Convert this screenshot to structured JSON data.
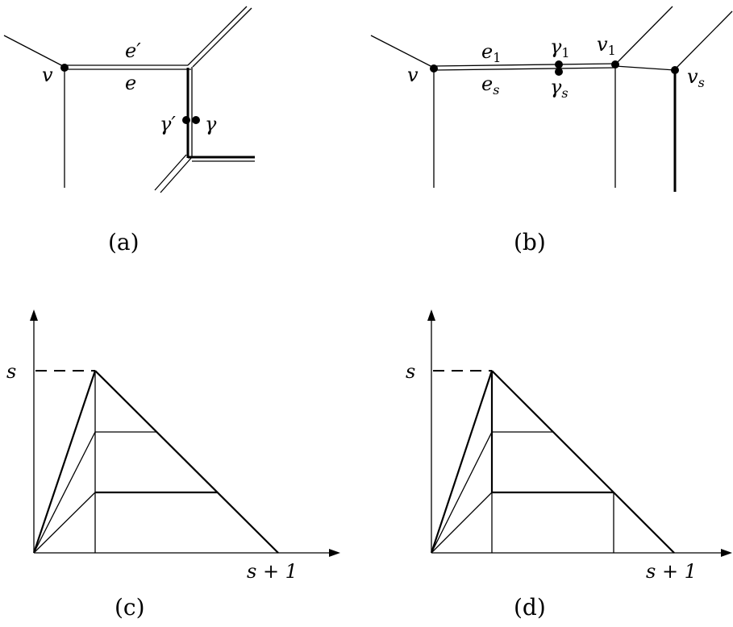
{
  "panels": {
    "a": {
      "caption": "(a)",
      "labels": {
        "v": "v",
        "e_prime": "e′",
        "e": "e",
        "gamma_prime": "γ′",
        "gamma": "γ"
      }
    },
    "b": {
      "caption": "(b)",
      "labels": {
        "v": "v",
        "e1": "e",
        "e1_sub": "1",
        "es": "e",
        "es_sub": "s",
        "gamma1": "γ",
        "gamma1_sub": "1",
        "gammas": "γ",
        "gammas_sub": "s",
        "v1": "v",
        "v1_sub": "1",
        "vs": "v",
        "vs_sub": "s"
      }
    },
    "c": {
      "caption": "(c)",
      "labels": {
        "y_tick": "s",
        "x_tick": "s + 1"
      }
    },
    "d": {
      "caption": "(d)",
      "labels": {
        "y_tick": "s",
        "x_tick": "s + 1"
      }
    }
  }
}
